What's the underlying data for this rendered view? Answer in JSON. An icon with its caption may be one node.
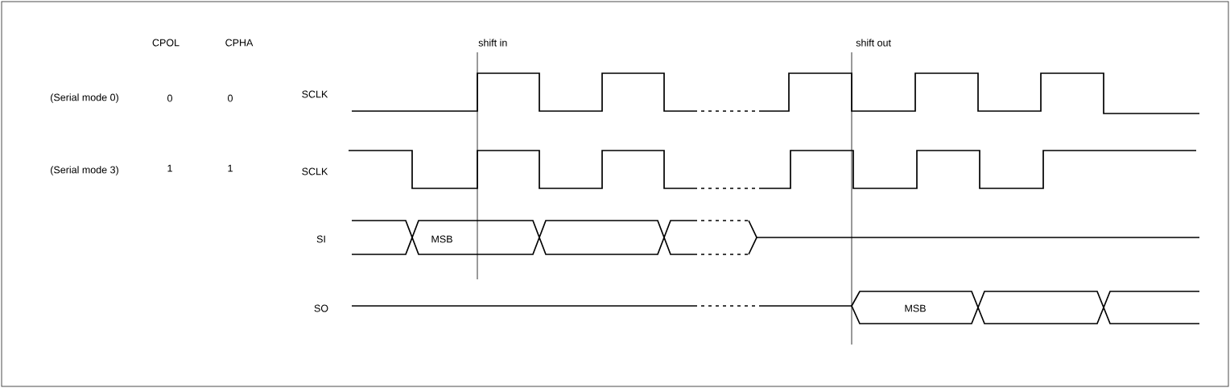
{
  "diagram": {
    "labels": [
      "CPOL",
      "CPHA",
      "shift in",
      "shift out",
      "(Serial mode 0)",
      "0",
      "0",
      "SCLK",
      "(Serial mode 3)",
      "1",
      "1",
      "SCLK",
      "SI",
      "MSB",
      "SO",
      "MSB"
    ]
  }
}
